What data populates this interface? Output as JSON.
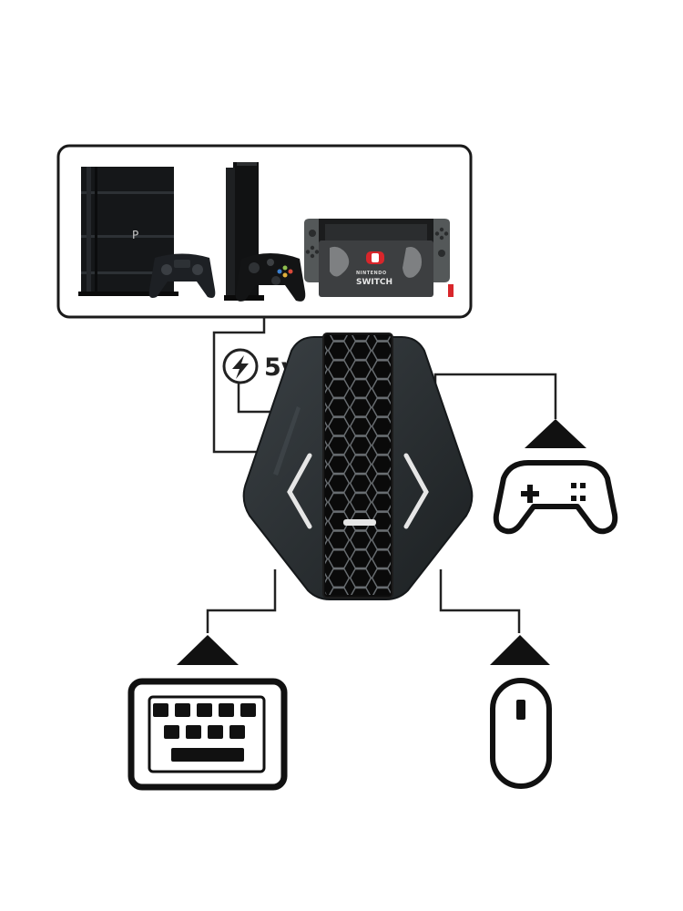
{
  "power": {
    "label": "5v",
    "icon": "lightning-bolt-icon"
  },
  "switch_logo": {
    "brand": "NINTENDO",
    "name": "SWITCH"
  },
  "colors": {
    "line": "#222222",
    "panel_border": "#1a1a1a",
    "adapter_body": "#2b3033",
    "adapter_center": "#0c0c0c",
    "accent": "#e6e6e6",
    "switch_red": "#d8262b"
  },
  "icons": {
    "consoles": [
      "ps4-pro-icon",
      "xbox-one-x-icon",
      "nintendo-switch-icon"
    ],
    "peripherals": [
      "gamepad-icon",
      "keyboard-icon",
      "mouse-icon"
    ],
    "direction": "up-arrow-icon"
  }
}
